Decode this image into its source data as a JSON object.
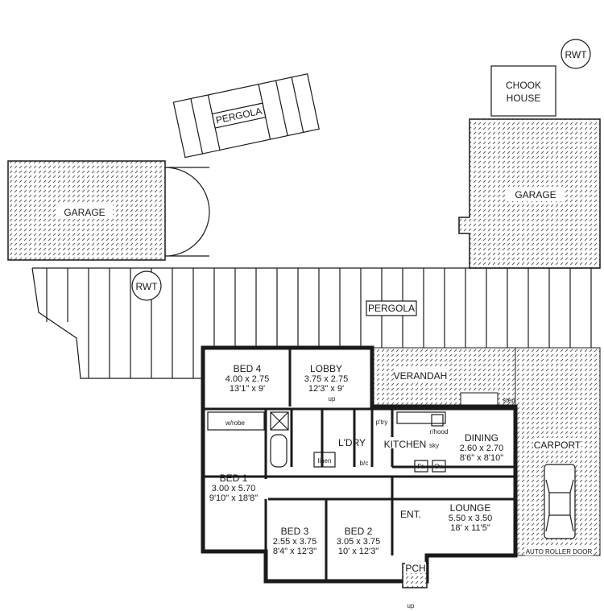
{
  "outdoor": {
    "rwt_top": "RWT",
    "chook_house": [
      "CHOOK",
      "HOUSE"
    ],
    "garage_right": "GARAGE",
    "garage_left": "GARAGE",
    "pergola_top": "PERGOLA",
    "pergola_main": "PERGOLA",
    "rwt_left": "RWT",
    "verandah": "VERANDAH",
    "carport": "CARPORT",
    "auto_roller_door": "AUTO ROLLER DOOR"
  },
  "rooms": {
    "bed4": {
      "name": "BED 4",
      "metric": "4.00 x 2.75",
      "imperial": "13'1\" x 9'"
    },
    "lobby": {
      "name": "LOBBY",
      "metric": "3.75 x 2.75",
      "imperial": "12'3\" x 9'"
    },
    "bed1": {
      "name": "BED 1",
      "metric": "3.00 x 5.70",
      "imperial": "9'10\" x 18'8\""
    },
    "bed3": {
      "name": "BED 3",
      "metric": "2.55 x 3.75",
      "imperial": "8'4\" x 12'3\""
    },
    "bed2": {
      "name": "BED 2",
      "metric": "3.05 x 3.75",
      "imperial": "10' x 12'3\""
    },
    "dining": {
      "name": "DINING",
      "metric": "2.60 x 2.70",
      "imperial": "8'6\" x 8'10\""
    },
    "lounge": {
      "name": "LOUNGE",
      "metric": "5.50 x 3.50",
      "imperial": "18' x 11'5\""
    },
    "laundry": {
      "name": "L'DRY"
    },
    "kitchen": {
      "name": "KITCHEN"
    },
    "entry": {
      "name": "ENT."
    },
    "porch": {
      "name": "PCH"
    }
  },
  "fixtures": {
    "wrobe": "w/robe",
    "linen": "linen",
    "pantry": "p'try",
    "rangehood": "r/hood",
    "skylight": "sky",
    "fridge": "Fr.",
    "oven": "Ov.",
    "broom": "b/c",
    "up_lobby": "up",
    "up_porch": "up",
    "step": "step"
  }
}
